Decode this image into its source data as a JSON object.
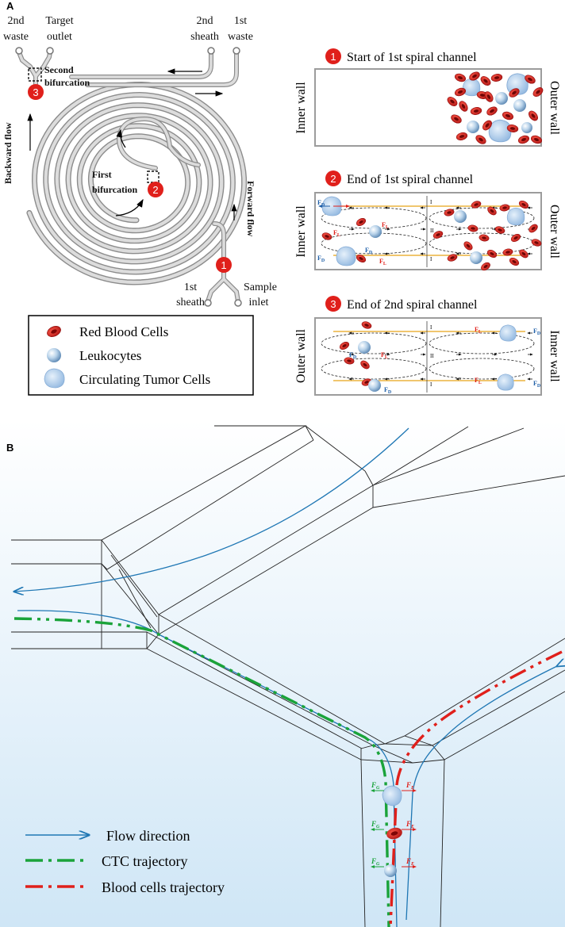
{
  "panel_a": {
    "label": "A",
    "device": {
      "outlet_waste2": [
        "2nd",
        "waste"
      ],
      "outlet_target": [
        "Target",
        "outlet"
      ],
      "inlet_sheath2": [
        "2nd",
        "sheath"
      ],
      "outlet_waste1": [
        "1st",
        "waste"
      ],
      "inlet_sheath1": [
        "1st",
        "sheath"
      ],
      "inlet_sample": [
        "Sample",
        "inlet"
      ],
      "second_bifurcation": [
        "Second",
        "bifurcation"
      ],
      "first_bifurcation": [
        "First",
        "bifurcation"
      ],
      "backward_flow": "Backward flow",
      "forward_flow": "Forward flow",
      "markers": [
        "1",
        "2",
        "3"
      ]
    },
    "cross_sections": [
      {
        "number": "1",
        "title": "Start of 1st spiral channel",
        "left_wall": "Inner wall",
        "right_wall": "Outer wall"
      },
      {
        "number": "2",
        "title": "End of 1st spiral channel",
        "left_wall": "Inner wall",
        "right_wall": "Outer wall"
      },
      {
        "number": "3",
        "title": "End of 2nd spiral channel",
        "left_wall": "Outer wall",
        "right_wall": "Inner wall"
      }
    ],
    "vortex_labels": [
      "I",
      "II",
      "I"
    ],
    "force_labels": {
      "drag": "F",
      "drag_sub": "D",
      "lift": "F",
      "lift_sub": "L"
    },
    "legend": [
      {
        "label": "Red Blood Cells",
        "icon": "rbc-icon"
      },
      {
        "label": "Leukocytes",
        "icon": "leukocyte-icon"
      },
      {
        "label": "Circulating Tumor Cells",
        "icon": "ctc-icon"
      }
    ]
  },
  "panel_b": {
    "label": "B",
    "force_labels": {
      "f": "F",
      "sub_left": "G",
      "sub_right": "E"
    },
    "legend": [
      {
        "label": "Flow direction",
        "color": "#1f77b4"
      },
      {
        "label": "CTC trajectory",
        "color": "#1aa33a"
      },
      {
        "label": "Blood cells trajectory",
        "color": "#e0201b"
      }
    ]
  },
  "colors": {
    "rbc": "#d11a1a",
    "marker": "#e0201b",
    "flow": "#1f77b4",
    "ctc": "#1aa33a",
    "blood": "#e0201b",
    "streamline": "#e8a317",
    "channel": "#b8b8b8"
  }
}
